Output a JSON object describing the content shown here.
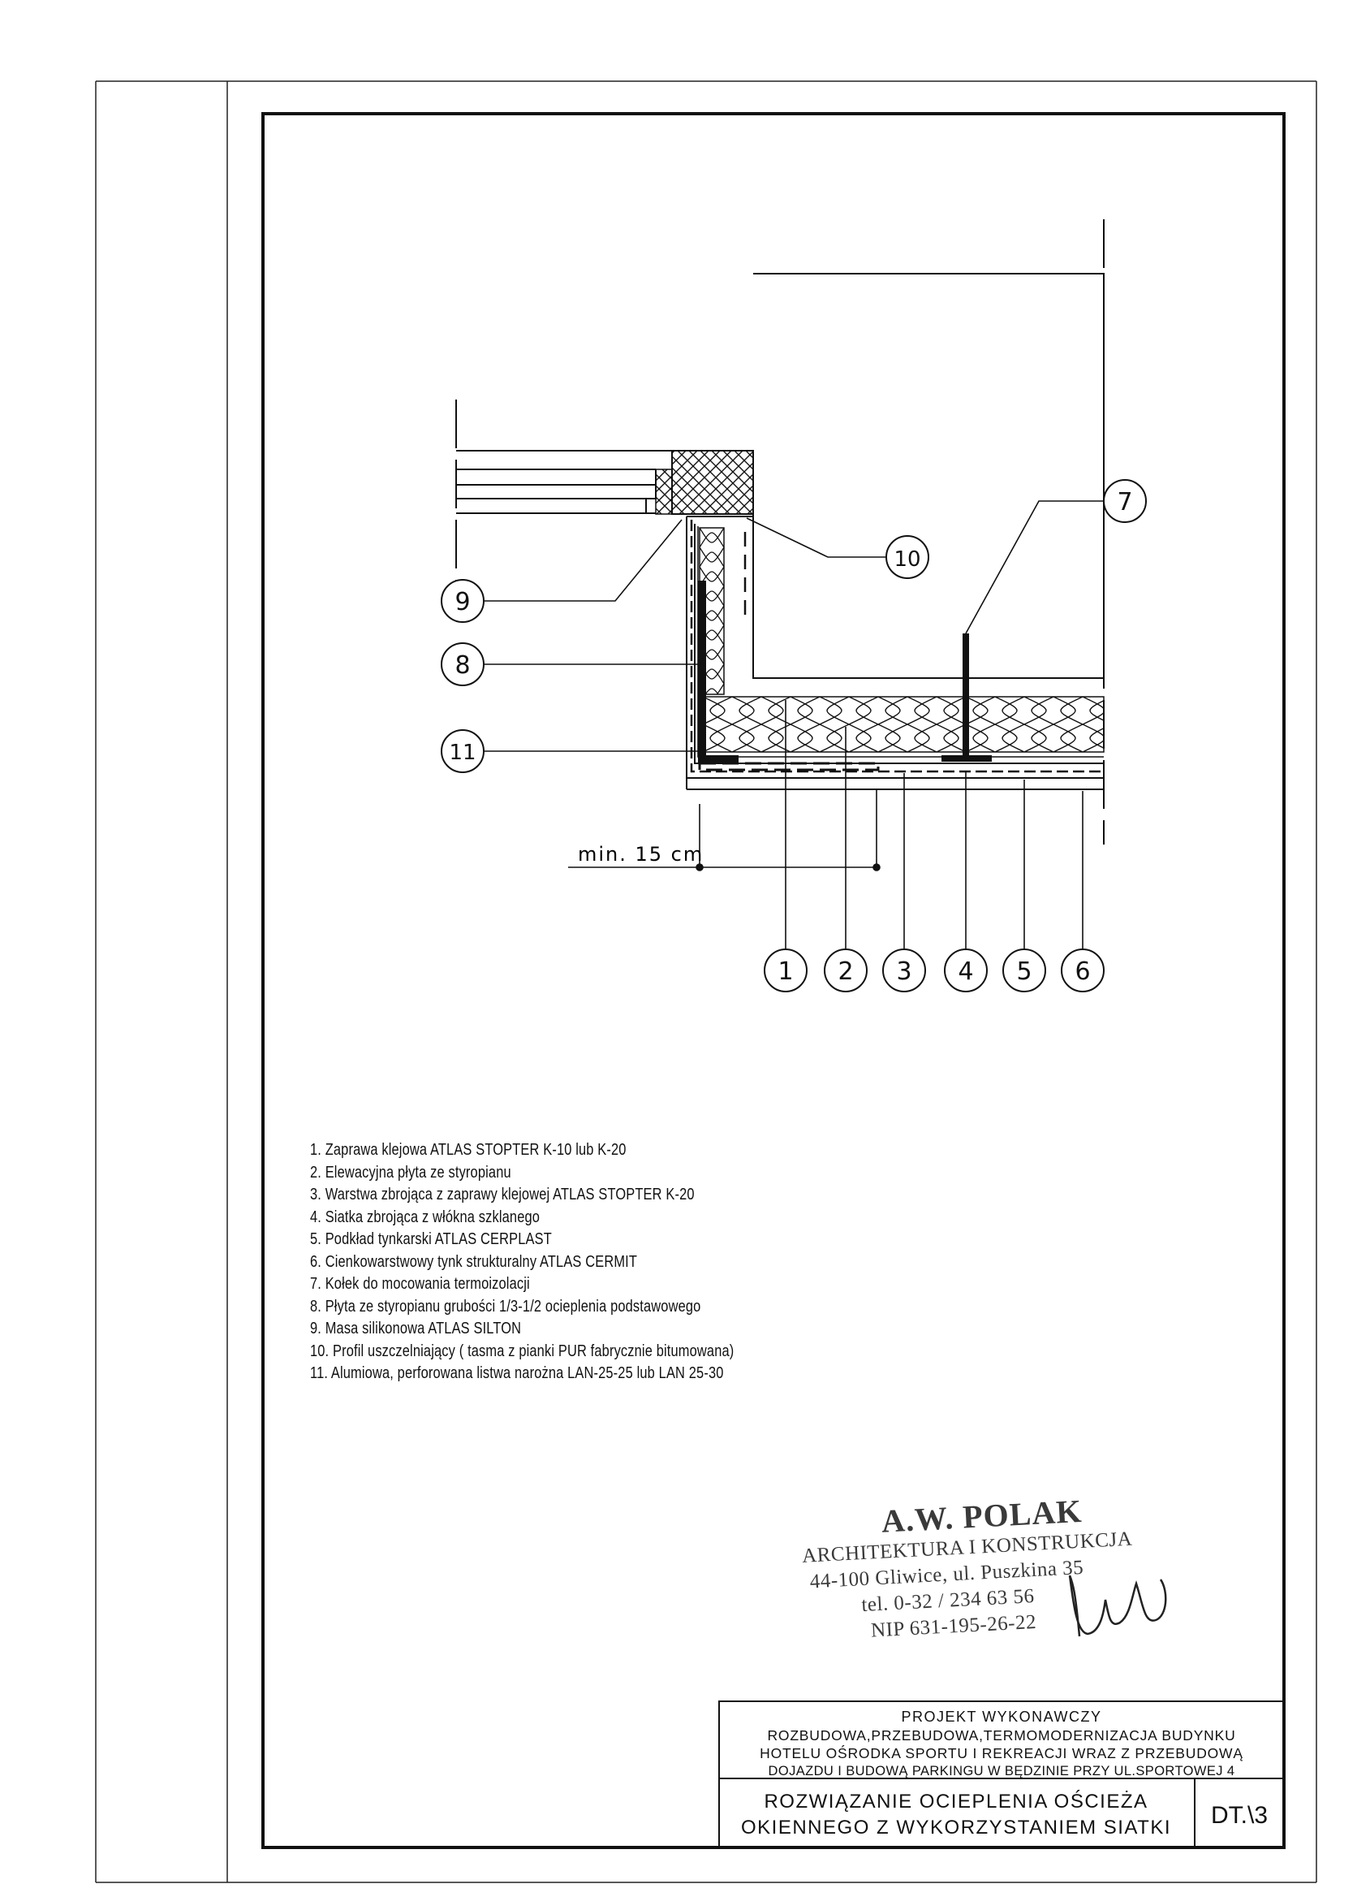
{
  "drawing": {
    "callouts": [
      "1",
      "2",
      "3",
      "4",
      "5",
      "6",
      "7",
      "8",
      "9",
      "10",
      "11"
    ],
    "dimension_label": "min. 15 cm"
  },
  "legend": [
    "1. Zaprawa klejowa ATLAS STOPTER K-10 lub K-20",
    "2. Elewacyjna płyta ze styropianu",
    "3. Warstwa zbrojąca z zaprawy klejowej ATLAS STOPTER K-20",
    "4. Siatka zbrojąca z włókna szklanego",
    "5. Podkład tynkarski ATLAS CERPLAST",
    "6. Cienkowarstwowy tynk strukturalny ATLAS CERMIT",
    "7. Kołek do mocowania termoizolacji",
    "8. Płyta ze styropianu grubości 1/3-1/2 ocieplenia podstawowego",
    "9. Masa silikonowa ATLAS SILTON",
    "10. Profil uszczelniający ( tasma z pianki PUR fabrycznie bitumowana)",
    "11. Alumiowa, perforowana listwa narożna LAN-25-25 lub LAN 25-30"
  ],
  "stamp": {
    "name": "A.W. POLAK",
    "line1": "ARCHITEKTURA I KONSTRUKCJA",
    "line2": "44-100 Gliwice, ul. Puszkina 35",
    "line3": "tel. 0-32 / 234 63 56",
    "line4": "NIP 631-195-26-22"
  },
  "title_block": {
    "project_type": "PROJEKT WYKONAWCZY",
    "project_desc_1": "ROZBUDOWA,PRZEBUDOWA,TERMOMODERNIZACJA BUDYNKU",
    "project_desc_2": "HOTELU OŚRODKA SPORTU I REKREACJI WRAZ Z PRZEBUDOWĄ",
    "project_desc_3": "DOJAZDU I BUDOWĄ PARKINGU W BĘDZINIE PRZY UL.SPORTOWEJ 4",
    "drawing_title_1": "ROZWIĄZANIE OCIEPLENIA OŚCIEŻA",
    "drawing_title_2": "OKIENNEGO Z WYKORZYSTANIEM SIATKI",
    "drawing_number": "DT.\\3"
  },
  "colors": {
    "ink": "#111111",
    "paper": "#ffffff",
    "stamp": "#3a3a3a"
  }
}
